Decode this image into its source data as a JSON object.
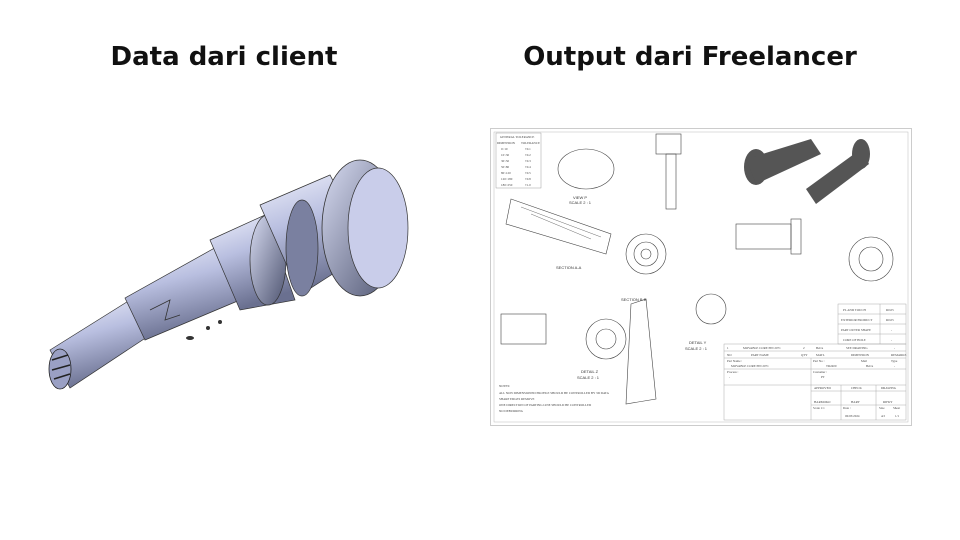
{
  "slide": {
    "left_title": "Data dari client",
    "right_title": "Output dari Freelancer"
  },
  "drawing": {
    "tolerance_table": {
      "title": "GENERAL TOLERANCE",
      "headers": [
        "DIMENSION",
        "TOLERANCE"
      ],
      "rows": [
        [
          "0~10",
          "±0.1"
        ],
        [
          "10~30",
          "±0.2"
        ],
        [
          "30~50",
          "±0.3"
        ],
        [
          "50~80",
          "±0.4"
        ],
        [
          "80~120",
          "±0.5"
        ],
        [
          "120~180",
          "±0.8"
        ],
        [
          "180~250",
          "±1.0"
        ]
      ]
    },
    "views": {
      "view_p": "VIEW P",
      "view_p_scale": "SCALE 2 : 1",
      "section_aa": "SECTION A-A",
      "section_bb": "SECTION B-B",
      "detail_y": "DETAIL Y",
      "detail_y_scale": "SCALE 2 : 1",
      "detail_z": "DETAIL Z",
      "detail_z_scale": "SCALE 2 : 1"
    },
    "notes": {
      "heading": "NOTES:",
      "lines": [
        "ALL NON DIMENSIONED PROFILE SHOULD BE CONTROLLED BY 3D DATA",
        "SHARP EDGES REMOVE",
        "ONE DIRECTION OF PARTING LINE SHOULD BE CONTROLLED",
        "NO DEBURRING"
      ]
    },
    "surface_table": {
      "rows": [
        [
          "PL AND TOUCH",
          "R0.05"
        ],
        [
          "EXTERIOR PRODUCT",
          "R0.05"
        ],
        [
          "PART OUTER SHAPE",
          "-"
        ],
        [
          "CORE OF HOLE",
          "-"
        ]
      ]
    },
    "title_block": {
      "item_row": [
        "1",
        "MOVABLE CORE PIN 2071",
        "2",
        "BeCu",
        "SEE DRAWING",
        "-"
      ],
      "headers": [
        "NO",
        "PART NAME",
        "QTY",
        "MATL",
        "DIMENSION",
        "REMARKS"
      ],
      "part_name_label": "Part Name :",
      "part_name": "MOVABLE CORE PIN 2071",
      "part_no_label": "Part No :",
      "part_no": "TR2400",
      "matl_label": "Matl",
      "matl": "BeCu",
      "type_label": "Type",
      "type": "-",
      "process_label": "Process :",
      "process": "-",
      "customer_label": "Customer :",
      "customer": "PT",
      "approved": "APPROVED",
      "check": "CHECK",
      "drawing": "DRAWING",
      "approved_by": "HARMOKO",
      "check_by": "HARY",
      "drawing_by": "RIFKY",
      "scale": "Scale 1:1",
      "date_label": "Date :",
      "date": "06/03/2024",
      "size_label": "Size",
      "size": "A3",
      "sheet_label": "Sheet",
      "sheet": "1/1"
    }
  },
  "colors": {
    "part_body": "#b9bfe0",
    "part_shadow": "#5c6280",
    "part_light": "#e4e7f7"
  }
}
